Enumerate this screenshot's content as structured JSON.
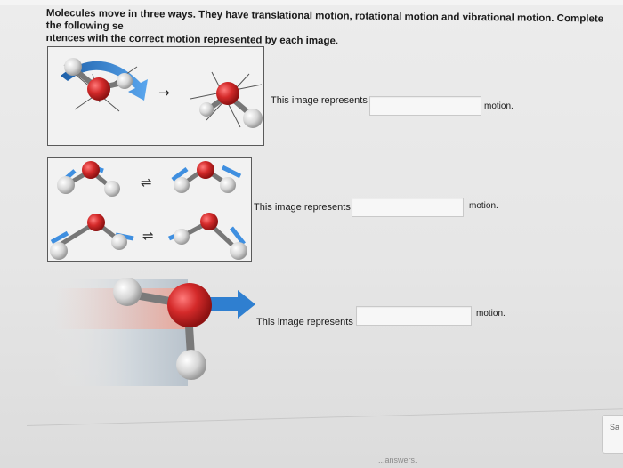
{
  "instructions": {
    "line1": "Molecules move in three ways. They have translational motion, rotational motion and vibrational motion. Complete the following se",
    "line2": "ntences with the correct motion represented by each image."
  },
  "questions": [
    {
      "prefix": "This image represents",
      "answer": "",
      "suffix": "motion."
    },
    {
      "prefix": "This image represents",
      "answer": "",
      "suffix": "motion."
    },
    {
      "prefix": "This image represents",
      "answer": "",
      "suffix": "motion."
    }
  ],
  "symbols": {
    "arrow": "→",
    "equilibrium1": "⇌",
    "equilibrium2": "⇌"
  },
  "footer": {
    "answers_partial": "...answers.",
    "save_partial": "Sa"
  },
  "colors": {
    "oxygen": "#d42a2a",
    "hydrogen": "#d8d8d8",
    "arrow_blue": "#2f7fd0"
  },
  "icons": [
    "rotating-molecule-icon",
    "vibrating-molecule-icon",
    "translating-molecule-icon"
  ]
}
